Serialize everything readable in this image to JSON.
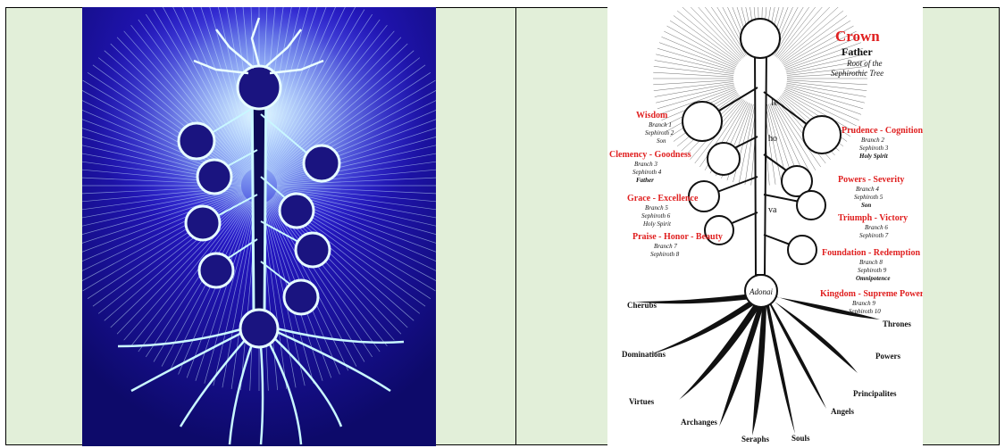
{
  "left_image": {
    "colors": {
      "background": "#1c0fb0",
      "glow": "#c9f7ff",
      "trunk": "#0c0a55"
    }
  },
  "right_image": {
    "crown": "Crown",
    "father": "Father",
    "root": "Root of the",
    "tree": "Sephirothic Tree",
    "left_labels": [
      {
        "title": "Wisdom",
        "lines": [
          "Branch 1",
          "Sephiroth 2",
          "Son"
        ]
      },
      {
        "title": "Clemency - Goodness",
        "lines": [
          "Branch 3",
          "Sephiroth 4",
          "Father"
        ]
      },
      {
        "title": "Grace - Excellence",
        "lines": [
          "Branch 5",
          "Sephiroth 6",
          "Holy Spirit"
        ]
      },
      {
        "title": "Praise - Honor - Beauty",
        "lines": [
          "Branch 7",
          "Sephiroth 8"
        ]
      }
    ],
    "right_labels": [
      {
        "title": "Prudence - Cognition",
        "lines": [
          "Branch 2",
          "Sephiroth 3",
          "Holy Spirit"
        ]
      },
      {
        "title": "Powers - Severity",
        "lines": [
          "Branch 4",
          "Sephiroth 5",
          "Son"
        ]
      },
      {
        "title": "Triumph - Victory",
        "lines": [
          "Branch 6",
          "Sephiroth 7"
        ]
      },
      {
        "title": "Foundation - Redemption",
        "lines": [
          "Branch 8",
          "Sephiroth 9",
          "Omnipotence"
        ]
      },
      {
        "title": "Kingdom - Supreme Power",
        "lines": [
          "Branch 9",
          "Sephiroth 10"
        ]
      }
    ],
    "trunk_letters": [
      "Ie",
      "ho",
      "va"
    ],
    "root_node": "Adonai",
    "root_labels": [
      "Cherubs",
      "Thrones",
      "Dominations",
      "Powers",
      "Virtues",
      "Principalites",
      "Angels",
      "Archanges",
      "Seraphs",
      "Souls"
    ],
    "colors": {
      "red": "#e02020",
      "ink": "#111111"
    }
  }
}
